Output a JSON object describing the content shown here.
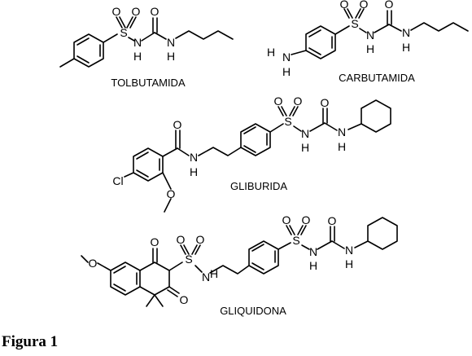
{
  "caption": "Figura 1",
  "molecules": [
    {
      "name": "TOLBUTAMIDA"
    },
    {
      "name": "CARBUTAMIDA"
    },
    {
      "name": "GLIBURIDA"
    },
    {
      "name": "GLIQUIDONA"
    }
  ],
  "atoms": {
    "S": "S",
    "O": "O",
    "N": "N",
    "H": "H",
    "Cl": "Cl"
  }
}
